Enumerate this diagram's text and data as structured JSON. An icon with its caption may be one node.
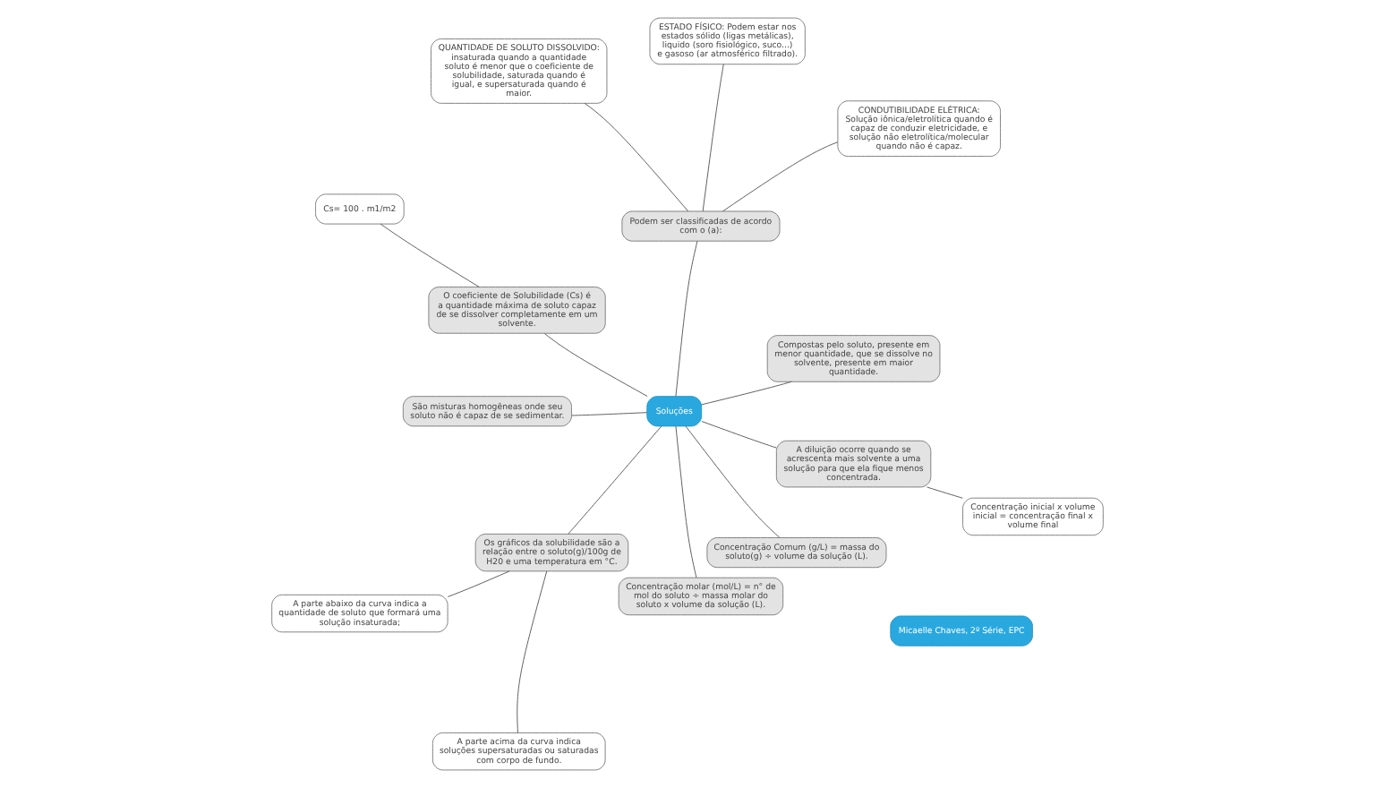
{
  "diagram": {
    "nodes": [
      {
        "text": [
          "Soluções"
        ]
      },
      {
        "text": [
          "Compostas pelo soluto, presente em menor quantidade, que se dissolve no solvente, presente em maior quantidade."
        ]
      },
      {
        "text": [
          "Podem ser classificadas de acordo com o (a):"
        ]
      },
      {
        "text": [
          "CONDUTIBILIDADE ELÉTRICA:",
          "Solução iônica/eletrolítica quando é capaz de conduzir eletricidade, e solução não eletrolítica/molecular quando não é capaz."
        ]
      },
      {
        "text": [
          "ESTADO FÍSICO: Podem estar nos estados sólido (ligas metálicas), liquido (soro fisiológico, suco...) e gasoso (ar atmosférico filtrado)."
        ]
      },
      {
        "text": [
          "QUANTIDADE DE SOLUTO DISSOLVIDO:",
          "insaturada quando a quantidade soluto é menor que o coeficiente de solubilidade, saturada quando é igual, e supersaturada quando é maior."
        ]
      },
      {
        "text": [
          "O coeficiente de Solubilidade (Cs) é a quantidade máxima de soluto capaz de se dissolver completamente em um solvente."
        ]
      },
      {
        "text": [
          "Cs= 100 . m1/m2"
        ]
      },
      {
        "text": [
          "São misturas homogêneas onde seu soluto não é capaz de se sedimentar."
        ]
      },
      {
        "text": [
          "Os gráficos da solubilidade são a relação entre o soluto(g)/100g de H20 e uma temperatura em °C."
        ]
      },
      {
        "text": [
          "A parte abaixo da curva indica a quantidade de soluto que formará uma solução insaturada;"
        ]
      },
      {
        "text": [
          "A parte acima da curva indica soluções supersaturadas ou saturadas com corpo de fundo."
        ]
      },
      {
        "text": [
          "Concentração molar (mol/L) = n° de mol do soluto ÷ massa molar do soluto x volume da solução (L)."
        ]
      },
      {
        "text": [
          "Concentração Comum (g/L) = massa do soluto(g) ÷ volume da solução (L)."
        ]
      },
      {
        "text": [
          "A diluição ocorre quando se acrescenta mais solvente a uma solução para que ela fique menos concentrada."
        ]
      },
      {
        "text": [
          "Concentração inicial x volume inicial = concentração final x volume final"
        ]
      },
      {
        "text": [
          "Micaelle Chaves, 2º Série, EPC"
        ]
      }
    ],
    "edges": [
      {
        "from": 0,
        "to": 1,
        "arrow": "none"
      },
      {
        "from": 0,
        "to": 2,
        "arrow": "none"
      },
      {
        "from": 2,
        "to": 3,
        "arrow": "none"
      },
      {
        "from": 2,
        "to": 4,
        "arrow": "none"
      },
      {
        "from": 2,
        "to": 5,
        "arrow": "none"
      },
      {
        "from": 0,
        "to": 6,
        "arrow": "none"
      },
      {
        "from": 6,
        "to": 7,
        "arrow": "none"
      },
      {
        "from": 0,
        "to": 8,
        "arrow": "none"
      },
      {
        "from": 0,
        "to": 9,
        "arrow": "none"
      },
      {
        "from": 9,
        "to": 10,
        "arrow": "none"
      },
      {
        "from": 9,
        "to": 11,
        "arrow": "none"
      },
      {
        "from": 0,
        "to": 12,
        "arrow": "none"
      },
      {
        "from": 0,
        "to": 13,
        "arrow": "none"
      },
      {
        "from": 0,
        "to": 14,
        "arrow": "none"
      },
      {
        "from": 14,
        "to": 15,
        "arrow": "none"
      }
    ]
  }
}
